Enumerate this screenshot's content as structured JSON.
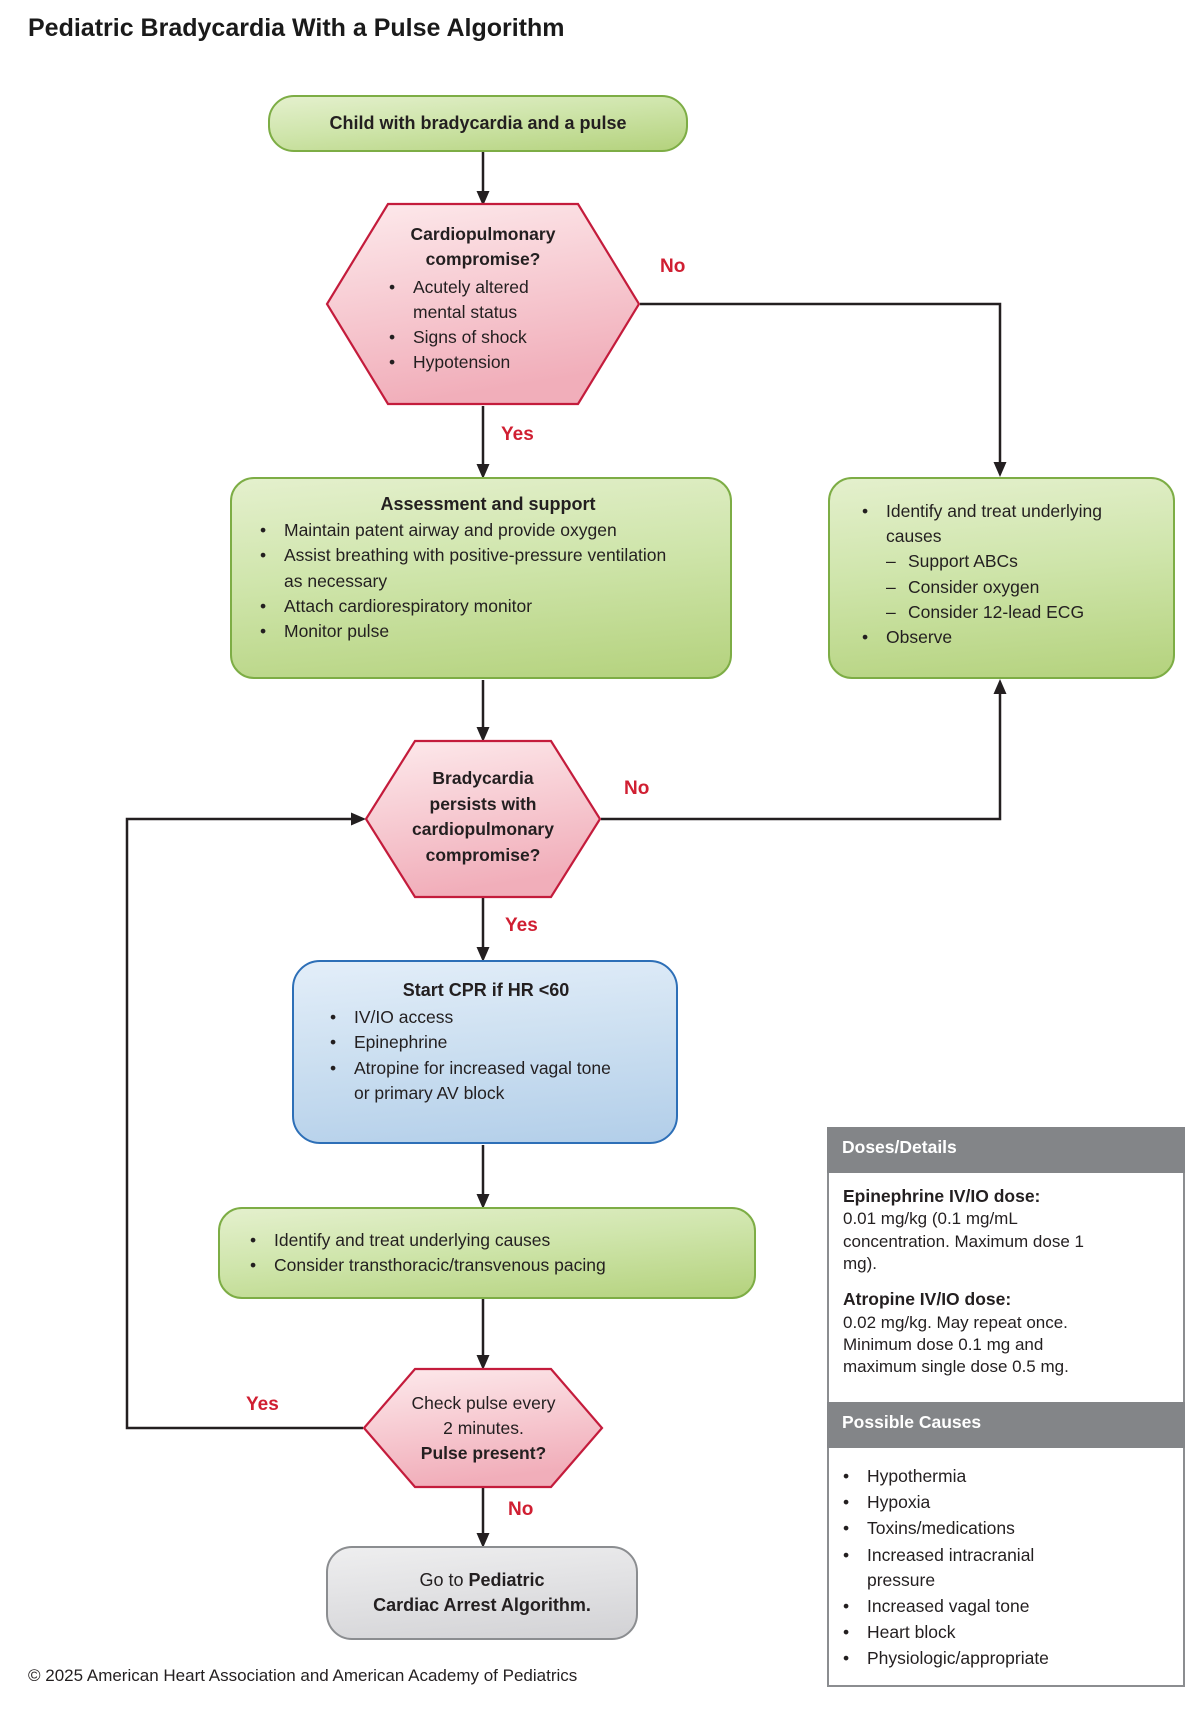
{
  "title": "Pediatric Bradycardia With a Pulse Algorithm",
  "footer": "© 2025 American Heart Association and American Academy of Pediatrics",
  "labels": {
    "yes": "Yes",
    "no": "No"
  },
  "colors": {
    "accent_red": "#d01f32",
    "green_border": "#7dad45",
    "pink_border": "#c41c3c",
    "blue_border": "#2d6fb7",
    "panel_header_bg": "#838588"
  },
  "nodes": {
    "start": {
      "text": "Child with bradycardia and a pulse"
    },
    "compromise": {
      "title": "Cardiopulmonary compromise?",
      "bullets": [
        "Acutely altered mental status",
        "Signs of shock",
        "Hypotension"
      ]
    },
    "assessment": {
      "title": "Assessment and support",
      "bullets": [
        "Maintain patent airway and provide oxygen",
        "Assist breathing with positive-pressure ventilation as necessary",
        "Attach cardiorespiratory monitor",
        "Monitor pulse"
      ]
    },
    "observe": {
      "item1": "Identify and treat underlying causes",
      "sub1": "Support ABCs",
      "sub2": "Consider oxygen",
      "sub3": "Consider 12-lead ECG",
      "item2": "Observe"
    },
    "persists": {
      "title": "Bradycardia persists with cardiopulmonary compromise?"
    },
    "cpr": {
      "title": "Start CPR if HR <60",
      "bullets": [
        "IV/IO access",
        "Epinephrine",
        "Atropine for increased vagal tone or primary AV block"
      ]
    },
    "pacing": {
      "bullets": [
        "Identify and treat underlying causes",
        "Consider transthoracic/transvenous pacing"
      ]
    },
    "pulse_check": {
      "question": "Check pulse every 2 minutes.",
      "bold_line": "Pulse present?"
    },
    "arrest": {
      "prefix": "Go to ",
      "bold1": "Pediatric",
      "bold2": "Cardiac Arrest Algorithm."
    }
  },
  "panels": {
    "doses": {
      "header": "Doses/Details",
      "sections": [
        {
          "heading": "Epinephrine IV/IO dose:",
          "body": "0.01 mg/kg (0.1 mg/mL concentration. Maximum dose 1 mg)."
        },
        {
          "heading": "Atropine IV/IO dose:",
          "body": "0.02 mg/kg. May repeat once. Minimum dose 0.1 mg and maximum single dose 0.5 mg."
        }
      ]
    },
    "causes": {
      "header": "Possible Causes",
      "items": [
        "Hypothermia",
        "Hypoxia",
        "Toxins/medications",
        "Increased intracranial pressure",
        "Increased vagal tone",
        "Heart block",
        "Physiologic/appropriate"
      ]
    }
  }
}
